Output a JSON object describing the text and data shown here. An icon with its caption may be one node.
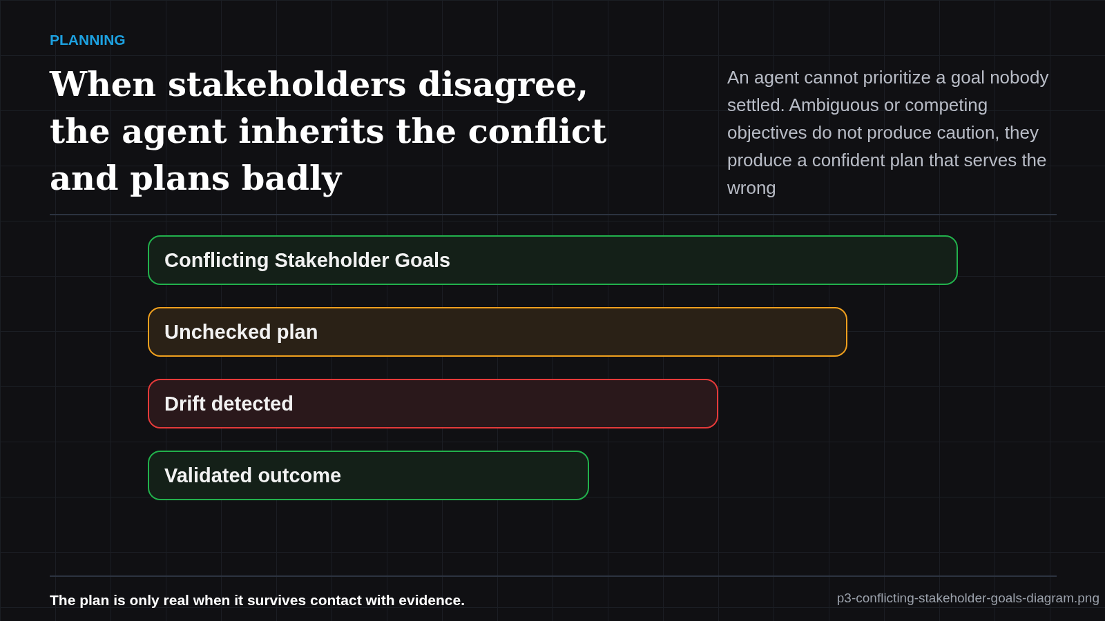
{
  "diagram": {
    "title": "When stakeholders disagree, the agent inherits the conflict and plans badly",
    "nodes": [
      {
        "text": [
          "Conflicting Stakeholder Goals"
        ]
      },
      {
        "text": [
          "Unchecked plan"
        ]
      },
      {
        "text": [
          "Drift detected"
        ]
      },
      {
        "text": [
          "Validated outcome"
        ]
      }
    ],
    "labels": [
      "PLANNING",
      "An agent cannot prioritize a goal nobody settled. Ambiguous or competing objectives do not produce caution, they produce a confident plan that serves the wrong",
      "The plan is only real when it survives contact with evidence.",
      "p3-conflicting-stakeholder-goals-diagram.png"
    ]
  }
}
